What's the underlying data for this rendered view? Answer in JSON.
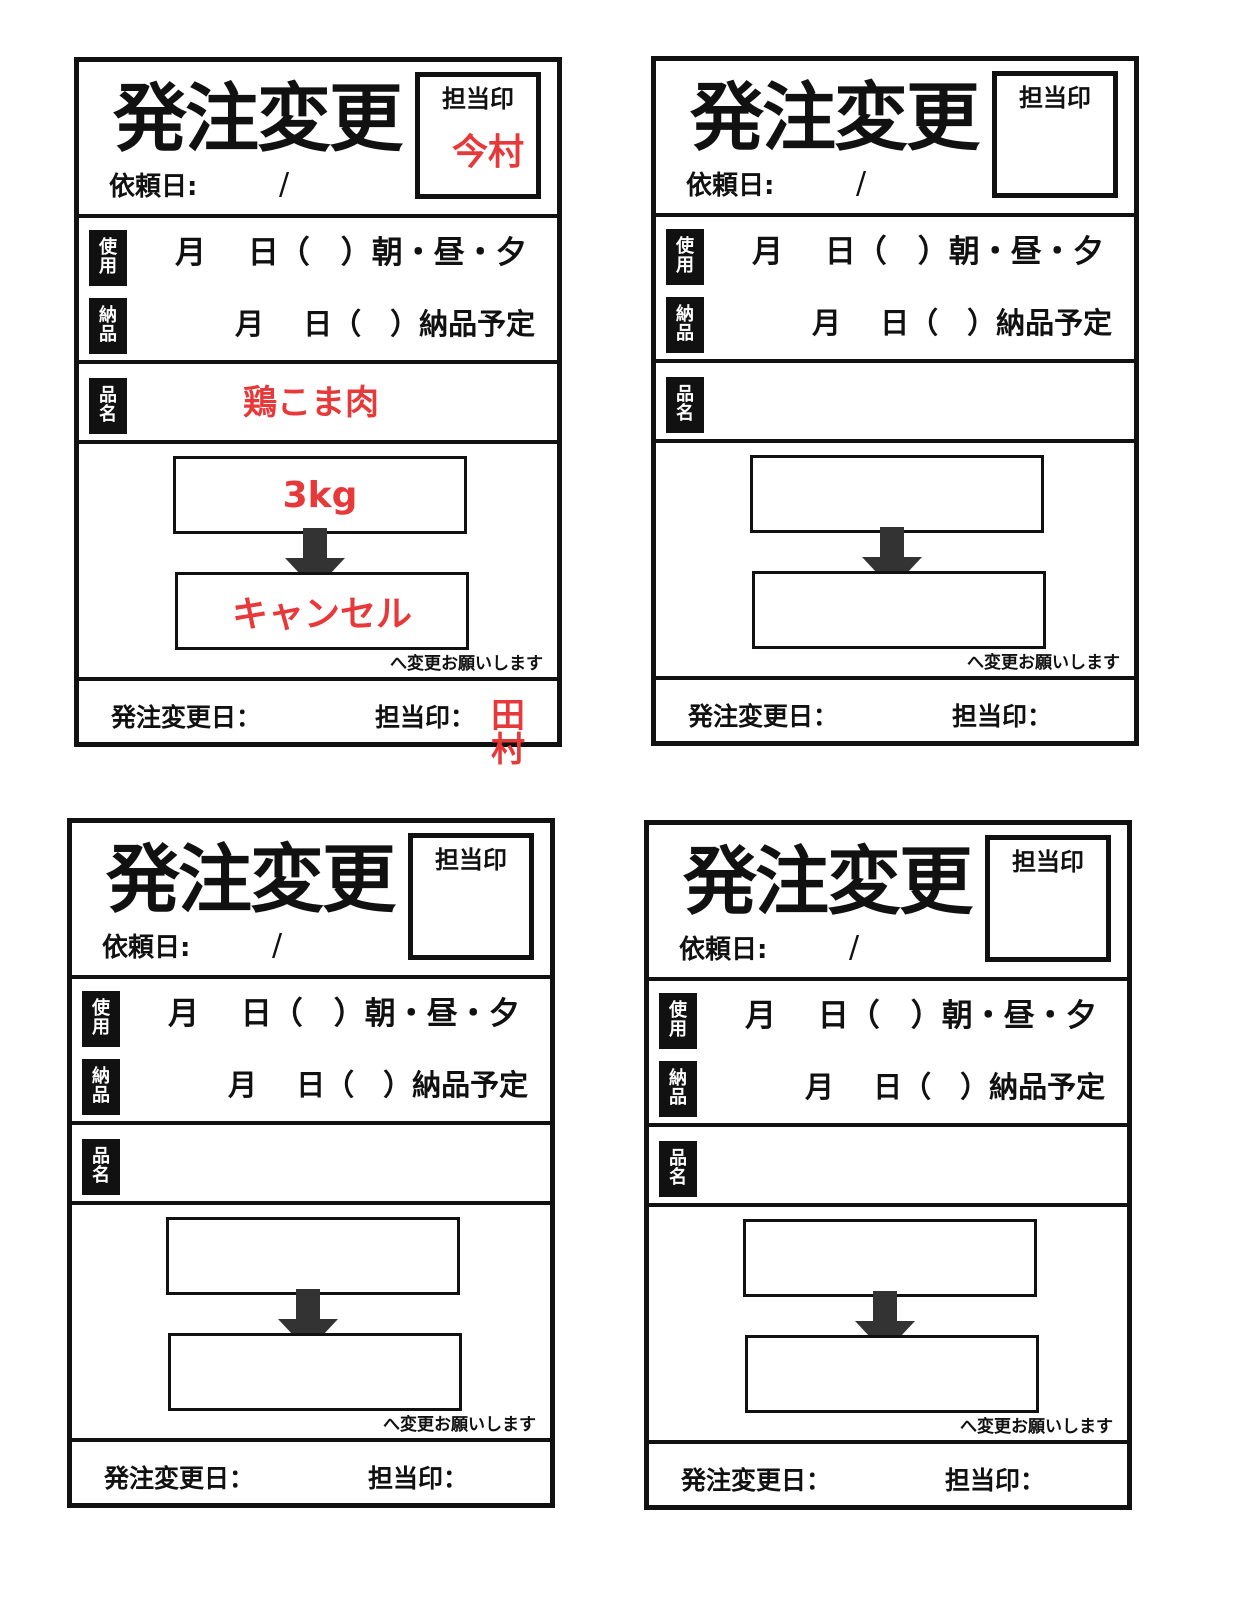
{
  "form": {
    "title": "発注変更",
    "irai_label": "依頼日:",
    "slash": "/",
    "stamp_label": "担当印",
    "tag_shiyou": [
      "使",
      "用"
    ],
    "tag_nouhin": [
      "納",
      "品"
    ],
    "tag_hinmei": [
      "品",
      "名"
    ],
    "shiyou_row": "月　 日（　）朝・昼・夕",
    "nouhin_row": "月　 日（　）納品予定",
    "note": "へ変更お願いします",
    "footer_date_label": "発注変更日：",
    "footer_stamp_label": "担当印："
  },
  "cards": [
    {
      "stamp_value": "今村",
      "hinmei": "鶏こま肉",
      "from": "3kg",
      "to": "キャンセル",
      "footer_stamp_value": "田村"
    },
    {
      "stamp_value": "",
      "hinmei": "",
      "from": "",
      "to": "",
      "footer_stamp_value": ""
    },
    {
      "stamp_value": "",
      "hinmei": "",
      "from": "",
      "to": "",
      "footer_stamp_value": ""
    },
    {
      "stamp_value": "",
      "hinmei": "",
      "from": "",
      "to": "",
      "footer_stamp_value": ""
    }
  ],
  "colors": {
    "ink": "#111111",
    "accent": "#e8393a"
  }
}
